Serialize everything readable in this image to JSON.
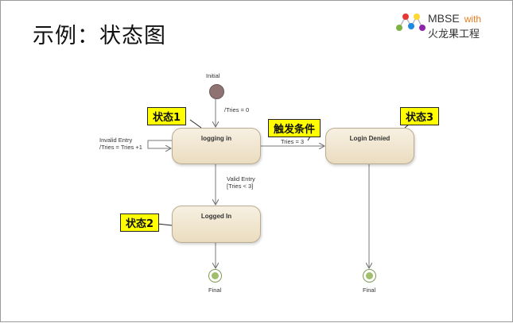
{
  "title": "示例：状态图",
  "logo": {
    "name": "MBSE",
    "with": "with",
    "sub": "火龙果工程"
  },
  "diagram": {
    "initial_label": "Initial",
    "states": {
      "logging_in": "logging in",
      "logged_in": "Logged In",
      "login_denied": "Login Denied"
    },
    "transitions": {
      "init": "/Tries = 0",
      "self_line1": "Invalid Entry",
      "self_line2": "/Tries = Tries +1",
      "denied": "Tries = 3",
      "valid_line1": "Valid Entry",
      "valid_line2": "[Tries < 3]"
    },
    "final_label_1": "Final",
    "final_label_2": "Final"
  },
  "callouts": {
    "state1": "状态1",
    "state2": "状态2",
    "state3": "状态3",
    "trigger": "触发条件"
  },
  "colors": {
    "callout": "#ffff00",
    "state_fill": "#f3ead8",
    "accent": "#e87c1e"
  }
}
